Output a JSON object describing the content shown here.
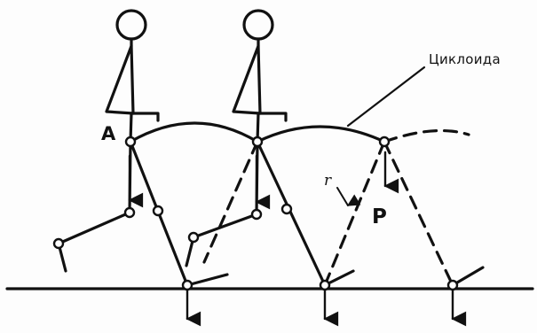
{
  "labels": {
    "point_a": "A",
    "point_p": "P",
    "radius": "r",
    "curve_name": "Циклоида"
  },
  "colors": {
    "ink": "#111111",
    "background": "#fdfdfd"
  }
}
